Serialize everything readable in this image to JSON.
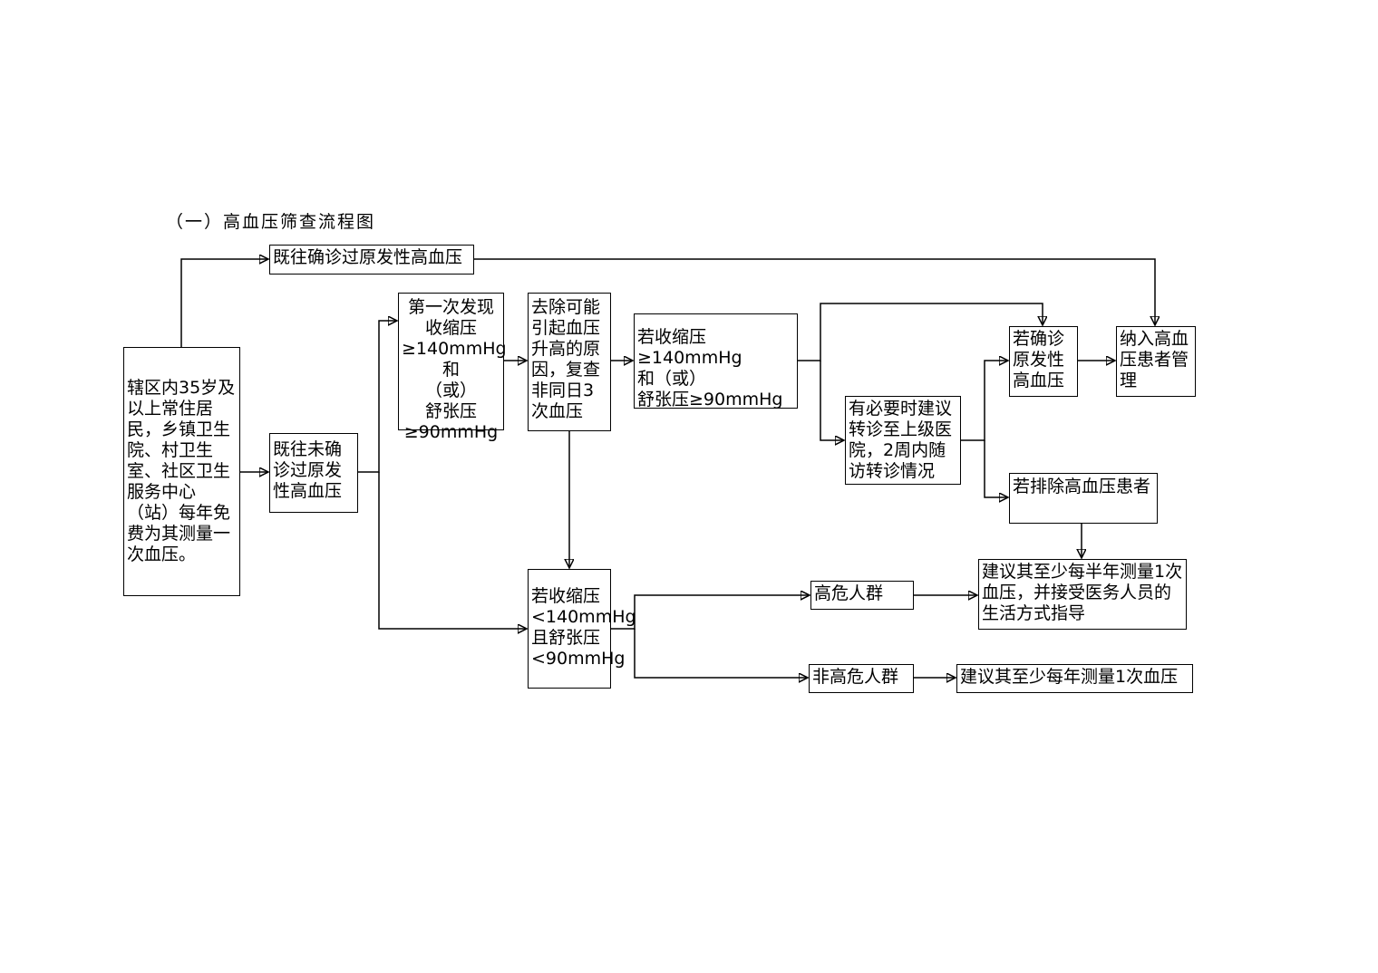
{
  "title": "（一）高血压筛查流程图",
  "nodes": {
    "resident": "辖区内35岁及以上常住居民，乡镇卫生院、村卫生室、社区卫生服务中心（站）每年免费为其测量一次血压。",
    "diagnosed": "既往确诊过原发性高血压",
    "undiagnosed": "既往未确诊过原发性高血压",
    "first_found": "第一次发现\n收缩压\n≥140mmHg和\n（或）\n舒张压\n≥90mmHg",
    "recheck": "去除可能引起血压升高的原因，复查非同日3次血压",
    "high_result": "若收缩压≥140mmHg\n和（或）\n舒张压≥90mmHg",
    "normal_result": "若收缩压\n<140mmHg\n且舒张压\n<90mmHg",
    "referral": "有必要时建议转诊至上级医院，2周内随访转诊情况",
    "confirmed": "若确诊原发性高血压",
    "manage": "纳入高血压患者管理",
    "excluded": "若排除高血压患者",
    "high_risk": "高危人群",
    "non_high_risk": "非高危人群",
    "advice_half_year": "建议其至少每半年测量1次血压，并接受医务人员的生活方式指导",
    "advice_year": "建议其至少每年测量1次血压"
  }
}
